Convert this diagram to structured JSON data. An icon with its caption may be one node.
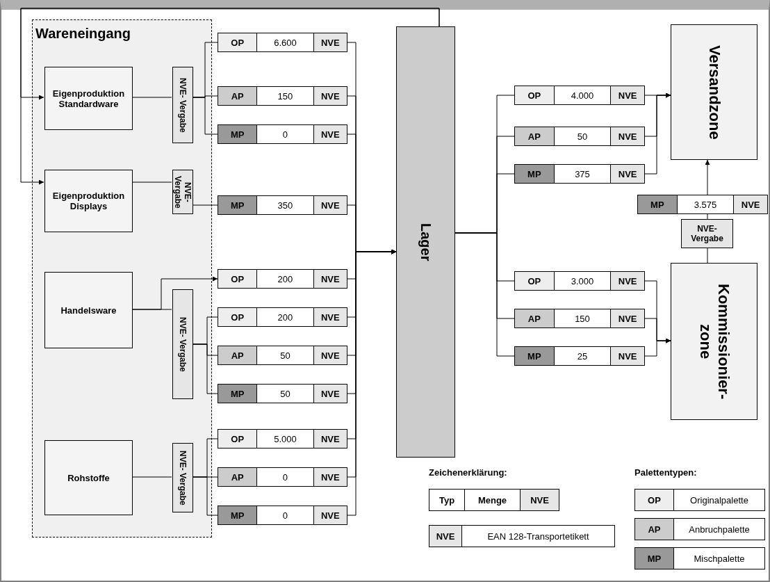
{
  "diagram": {
    "nodes": [
      {
        "text": [
          "Wareneingang"
        ]
      },
      {
        "text": [
          "Eigenproduktion Standardware"
        ],
        "in": 0
      },
      {
        "text": [
          "NVE- Vergabe"
        ],
        "in": 0
      },
      {
        "text": [
          "Eigenproduktion Displays"
        ],
        "in": 0
      },
      {
        "text": [
          "NVE- Vergabe"
        ],
        "in": 0
      },
      {
        "text": [
          "Handelsware"
        ],
        "in": 0
      },
      {
        "text": [
          "NVE- Vergabe"
        ],
        "in": 0
      },
      {
        "text": [
          "Rohstoffe"
        ],
        "in": 0
      },
      {
        "text": [
          "NVE- Vergabe"
        ],
        "in": 0
      },
      {
        "text": [
          "OP",
          "6.600",
          "NVE"
        ]
      },
      {
        "text": [
          "AP",
          "150",
          "NVE"
        ]
      },
      {
        "text": [
          "MP",
          "0",
          "NVE"
        ]
      },
      {
        "text": [
          "MP",
          "350",
          "NVE"
        ]
      },
      {
        "text": [
          "OP",
          "200",
          "NVE"
        ]
      },
      {
        "text": [
          "OP",
          "200",
          "NVE"
        ]
      },
      {
        "text": [
          "AP",
          "50",
          "NVE"
        ]
      },
      {
        "text": [
          "MP",
          "50",
          "NVE"
        ]
      },
      {
        "text": [
          "OP",
          "5.000",
          "NVE"
        ]
      },
      {
        "text": [
          "AP",
          "0",
          "NVE"
        ]
      },
      {
        "text": [
          "MP",
          "0",
          "NVE"
        ]
      },
      {
        "text": [
          "Lager"
        ]
      },
      {
        "text": [
          "OP",
          "4.000",
          "NVE"
        ]
      },
      {
        "text": [
          "AP",
          "50",
          "NVE"
        ]
      },
      {
        "text": [
          "MP",
          "375",
          "NVE"
        ]
      },
      {
        "text": [
          "Versandzone"
        ]
      },
      {
        "text": [
          "MP",
          "3.575",
          "NVE"
        ]
      },
      {
        "text": [
          "NVE- Vergabe"
        ]
      },
      {
        "text": [
          "OP",
          "3.000",
          "NVE"
        ]
      },
      {
        "text": [
          "AP",
          "150",
          "NVE"
        ]
      },
      {
        "text": [
          "MP",
          "25",
          "NVE"
        ]
      },
      {
        "text": [
          "Kommissionier- zone"
        ]
      }
    ],
    "edges": [
      {
        "from": 20,
        "to": 1,
        "arrow": "to"
      },
      {
        "from": 20,
        "to": 3,
        "arrow": "to"
      },
      {
        "from": 1,
        "to": 2,
        "arrow": "none"
      },
      {
        "from": 2,
        "to": 9,
        "arrow": "none"
      },
      {
        "from": 2,
        "to": 10,
        "arrow": "none"
      },
      {
        "from": 2,
        "to": 11,
        "arrow": "none"
      },
      {
        "from": 3,
        "to": 4,
        "arrow": "none"
      },
      {
        "from": 4,
        "to": 12,
        "arrow": "none"
      },
      {
        "from": 5,
        "to": 13,
        "arrow": "to"
      },
      {
        "from": 5,
        "to": 6,
        "arrow": "none"
      },
      {
        "from": 6,
        "to": 14,
        "arrow": "none"
      },
      {
        "from": 6,
        "to": 15,
        "arrow": "none"
      },
      {
        "from": 6,
        "to": 16,
        "arrow": "none"
      },
      {
        "from": 7,
        "to": 8,
        "arrow": "none"
      },
      {
        "from": 8,
        "to": 17,
        "arrow": "none"
      },
      {
        "from": 8,
        "to": 18,
        "arrow": "none"
      },
      {
        "from": 8,
        "to": 19,
        "arrow": "none"
      },
      {
        "from": 9,
        "to": 20,
        "arrow": "to"
      },
      {
        "from": 10,
        "to": 20,
        "arrow": "to"
      },
      {
        "from": 11,
        "to": 20,
        "arrow": "to"
      },
      {
        "from": 12,
        "to": 20,
        "arrow": "to"
      },
      {
        "from": 13,
        "to": 20,
        "arrow": "to"
      },
      {
        "from": 14,
        "to": 20,
        "arrow": "to"
      },
      {
        "from": 15,
        "to": 20,
        "arrow": "to"
      },
      {
        "from": 16,
        "to": 20,
        "arrow": "to"
      },
      {
        "from": 17,
        "to": 20,
        "arrow": "to"
      },
      {
        "from": 18,
        "to": 20,
        "arrow": "to"
      },
      {
        "from": 19,
        "to": 20,
        "arrow": "to"
      },
      {
        "from": 20,
        "to": 21,
        "arrow": "none"
      },
      {
        "from": 20,
        "to": 22,
        "arrow": "none"
      },
      {
        "from": 20,
        "to": 23,
        "arrow": "none"
      },
      {
        "from": 21,
        "to": 24,
        "arrow": "to"
      },
      {
        "from": 22,
        "to": 24,
        "arrow": "to"
      },
      {
        "from": 23,
        "to": 24,
        "arrow": "to"
      },
      {
        "from": 20,
        "to": 27,
        "arrow": "none"
      },
      {
        "from": 20,
        "to": 28,
        "arrow": "none"
      },
      {
        "from": 20,
        "to": 29,
        "arrow": "none"
      },
      {
        "from": 27,
        "to": 30,
        "arrow": "to"
      },
      {
        "from": 28,
        "to": 30,
        "arrow": "to"
      },
      {
        "from": 29,
        "to": 30,
        "arrow": "to"
      },
      {
        "from": 30,
        "to": 26,
        "arrow": "none"
      },
      {
        "from": 26,
        "to": 25,
        "arrow": "none"
      },
      {
        "from": 25,
        "to": 24,
        "arrow": "to"
      }
    ],
    "labels": [
      "Zeichenerklärung:",
      "Typ",
      "Menge",
      "NVE",
      "NVE",
      "EAN 128-Transportetikett",
      "Palettentypen:",
      "OP",
      "AP",
      "MP"
    ],
    "legend": [
      {
        "text": "Originalpalette",
        "color": "#eeeeee"
      },
      {
        "text": "Anbruchpalette",
        "color": "#cccccc"
      },
      {
        "text": "Mischpalette",
        "color": "#999999"
      }
    ]
  }
}
